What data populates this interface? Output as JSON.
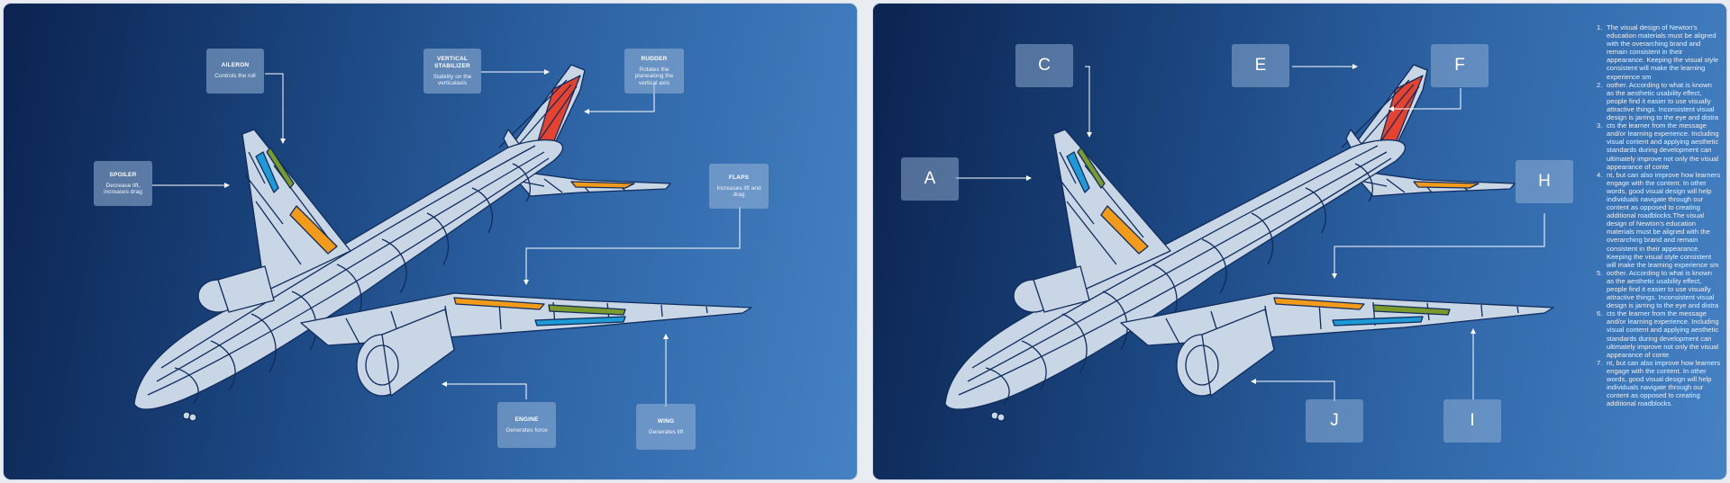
{
  "left_callouts": {
    "aileron": {
      "title": "AILERON",
      "desc": "Controls the roll"
    },
    "vertical_stabilizer": {
      "title": "VERTICAL STABILIZER",
      "desc": "Stability on the verticalaxis"
    },
    "rudder": {
      "title": "RUDDER",
      "desc": "Rotates the planealong the vertical axis"
    },
    "spoiler": {
      "title": "SPOILER",
      "desc": "Decrease lift, increases drag"
    },
    "flaps": {
      "title": "FLAPS",
      "desc": "Increases lift and drag"
    },
    "engine": {
      "title": "ENGINE",
      "desc": "Generates force"
    },
    "wing": {
      "title": "WING",
      "desc": "Generates lift"
    }
  },
  "right_letters": {
    "a": "A",
    "c": "C",
    "e": "E",
    "f": "F",
    "h": "H",
    "j": "J",
    "i": "I"
  },
  "notes": [
    {
      "num": "1.",
      "text": "The visual design of Newton's education materials must be aligned with the overarching brand and remain consistent in their appearance. Keeping the visual style consistent will make the learning experience sm"
    },
    {
      "num": "2.",
      "text": "oother. According to what is known as the aesthetic usability effect, people find it easier to use visually attractive things. Inconsistent visual design is jarring to the eye and distra"
    },
    {
      "num": "3.",
      "text": "cts the learner from the message and/or learning experience. Including visual content and applying aesthetic standards during development can ultimately improve not only the visual appearance of conte"
    },
    {
      "num": "4.",
      "text": "nt, but can also improve how learners engage with the content. In other words, good visual design will help individuals navigate through our content as opposed to creating additional roadblocks.The visual design of Newton's education materials must be aligned with the overarching brand and remain consistent in their appearance. Keeping the visual style consistent will make the learning experience sm"
    },
    {
      "num": "5.",
      "text": "oother. According to what is known as the aesthetic usability effect, people find it easier to use visually attractive things. Inconsistent visual design is jarring to the eye and distra"
    },
    {
      "num": "6.",
      "text": "cts the learner from the message and/or learning experience. Including visual content and applying aesthetic standards during development can ultimately improve not only the visual appearance of conte"
    },
    {
      "num": "7.",
      "text": "nt, but can also improve how learners engage with the content. In other words, good visual design will help individuals navigate through our content as opposed to creating additional roadblocks."
    }
  ],
  "colors": {
    "fuselage": "#c9d6e6",
    "mesh_line": "#0f2c5c",
    "rudder": "#e5432f",
    "flap": "#f29a1a",
    "spoiler": "#7a9a2c",
    "aileron": "#1d9ad6"
  }
}
